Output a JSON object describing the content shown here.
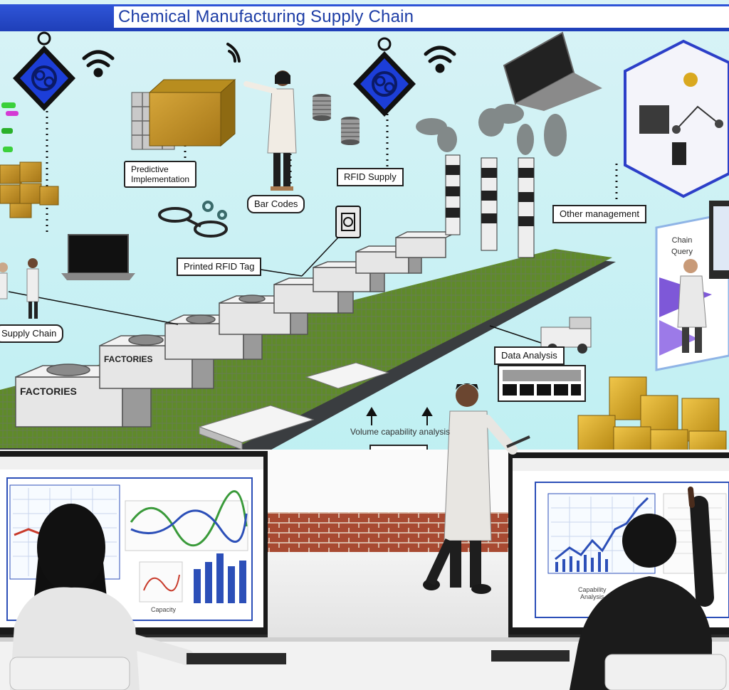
{
  "title": "Chemical Manufacturing Supply Chain",
  "labels": {
    "predictive": "Predictive\nImplementation",
    "barcodes": "Bar Codes",
    "rfid_supply": "RFID Supply",
    "rfid_tag": "Printed RFID Tag",
    "supply_chain_left": "Supply Chain",
    "factory_a": "FACTORIES",
    "factory_b": "FACTORIES",
    "data_analysis": "Data Analysis",
    "other_management": "Other management",
    "chain_query": "Chain\nQuery",
    "volume_capability": "Volume capability analysis",
    "monitor_right_caption": "Capability\nAnalysis",
    "monitor_left_caption": "Capacity"
  },
  "colors": {
    "sky": "#dff6f6",
    "title_blue": "#2346c8",
    "grass": "#5f8a2a",
    "brick": "#a84a32",
    "floor": "#eeeeee",
    "gold": "#d9a81f",
    "chart_blue": "#2c4fb8",
    "chart_green": "#3a9a3a",
    "chart_red": "#c83a2a"
  },
  "icons": [
    "network-diamond-icon",
    "wifi-signal-icon",
    "laptop-icon",
    "gear-icon",
    "rfid-chip-icon",
    "spool-icon"
  ]
}
